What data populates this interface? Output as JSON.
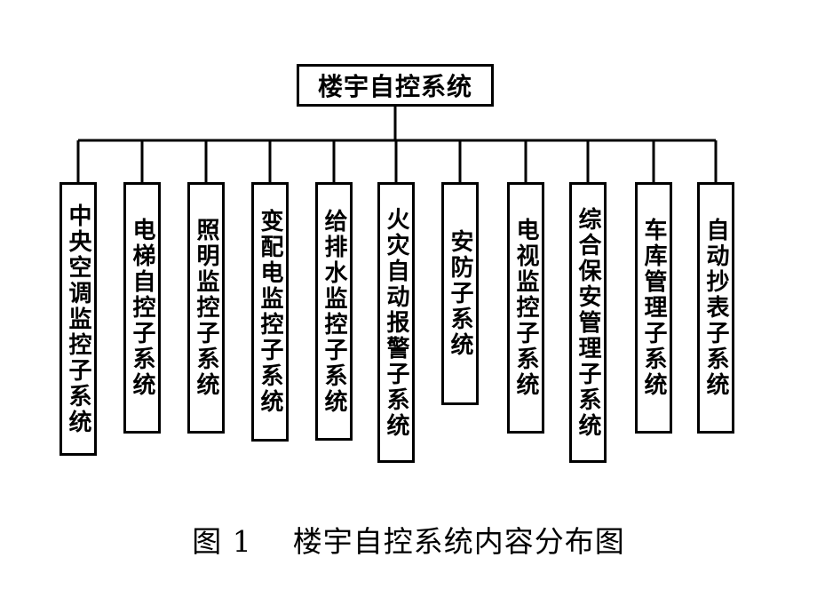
{
  "diagram": {
    "root": {
      "label": "楼宇自控系统"
    },
    "children": [
      {
        "id": "hvac",
        "label": "中央空调监控子系统"
      },
      {
        "id": "elevator",
        "label": "电梯自控子系统"
      },
      {
        "id": "lighting",
        "label": "照明监控子系统"
      },
      {
        "id": "power",
        "label": "变配电监控子系统"
      },
      {
        "id": "plumbing",
        "label": "给排水监控子系统"
      },
      {
        "id": "fire",
        "label": "火灾自动报警子系统"
      },
      {
        "id": "security",
        "label": "安防子系统"
      },
      {
        "id": "tv",
        "label": "电视监控子系统"
      },
      {
        "id": "integrated-security",
        "label": "综合保安管理子系统"
      },
      {
        "id": "garage",
        "label": "车库管理子系统"
      },
      {
        "id": "meter",
        "label": "自动抄表子系统"
      }
    ]
  },
  "caption": {
    "number": "图 1",
    "text": "楼宇自控系统内容分布图"
  }
}
